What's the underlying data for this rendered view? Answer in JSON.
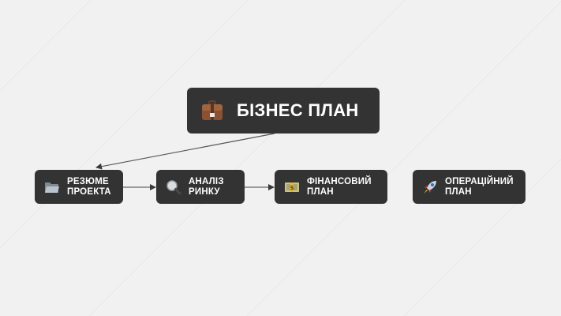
{
  "diagram": {
    "background_color": "#f1f1f1",
    "node_color": "#333333",
    "text_color": "#ffffff",
    "edge_color": "#555555",
    "root": {
      "id": "root",
      "icon": "briefcase-icon",
      "label": "БІЗНЕС ПЛАН"
    },
    "nodes": [
      {
        "id": "n1",
        "icon": "folder-icon",
        "line1": "РЕЗЮМЕ",
        "line2": "ПРОЕКТА"
      },
      {
        "id": "n2",
        "icon": "magnifier-icon",
        "line1": "АНАЛІЗ",
        "line2": "РИНКУ"
      },
      {
        "id": "n3",
        "icon": "money-icon",
        "line1": "ФІНАНСОВИЙ",
        "line2": "ПЛАН"
      },
      {
        "id": "n4",
        "icon": "rocket-icon",
        "line1": "ОПЕРАЦІЙНИЙ",
        "line2": "ПЛАН"
      }
    ],
    "edges": [
      {
        "from": "root",
        "to": "n1"
      },
      {
        "from": "n1",
        "to": "n2"
      },
      {
        "from": "n2",
        "to": "n3"
      }
    ]
  }
}
